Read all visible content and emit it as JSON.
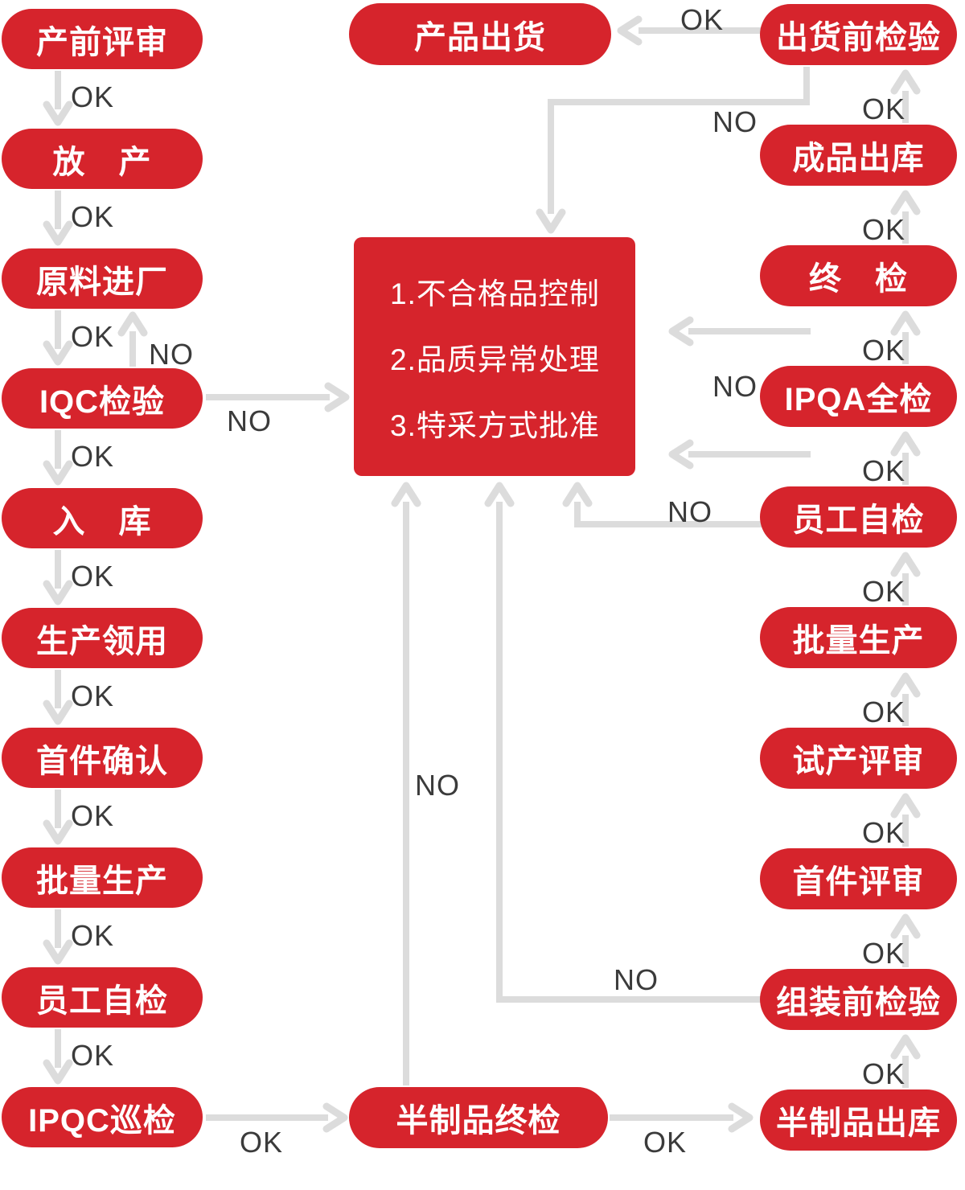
{
  "palette": {
    "node_red": "#d6242c",
    "arrow_gray": "#dcdcdc",
    "label_gray": "#3b3b3b",
    "node_text": "#ffffff"
  },
  "left_flow": {
    "nodes": [
      {
        "label": "产前评审"
      },
      {
        "label": "放　产"
      },
      {
        "label": "原料进厂"
      },
      {
        "label": "IQC检验"
      },
      {
        "label": "入　库"
      },
      {
        "label": "生产领用"
      },
      {
        "label": "首件确认"
      },
      {
        "label": "批量生产"
      },
      {
        "label": "员工自检"
      },
      {
        "label": "IPQC巡检"
      }
    ]
  },
  "right_flow": {
    "nodes": [
      {
        "label": "出货前检验"
      },
      {
        "label": "成品出库"
      },
      {
        "label": "终　检"
      },
      {
        "label": "IPQA全检"
      },
      {
        "label": "员工自检"
      },
      {
        "label": "批量生产"
      },
      {
        "label": "试产评审"
      },
      {
        "label": "首件评审"
      },
      {
        "label": "组装前检验"
      },
      {
        "label": "半制品出库"
      }
    ]
  },
  "center": {
    "ship_node": "产品出货",
    "control_box_lines": [
      "1.不合格品控制",
      "2.品质异常处理",
      "3.特采方式批准"
    ],
    "semi_final_node": "半制品终检"
  },
  "edges": [
    {
      "from": "产前评审",
      "to": "放产",
      "label": "OK"
    },
    {
      "from": "放产",
      "to": "原料进厂",
      "label": "OK"
    },
    {
      "from": "原料进厂",
      "to": "IQC检验",
      "label": "OK"
    },
    {
      "from": "IQC检验",
      "to": "原料进厂",
      "label": "NO"
    },
    {
      "from": "IQC检验",
      "to": "不合格品控制",
      "label": "NO"
    },
    {
      "from": "IQC检验",
      "to": "入库",
      "label": "OK"
    },
    {
      "from": "入库",
      "to": "生产领用",
      "label": "OK"
    },
    {
      "from": "生产领用",
      "to": "首件确认",
      "label": "OK"
    },
    {
      "from": "首件确认",
      "to": "批量生产",
      "label": "OK"
    },
    {
      "from": "批量生产",
      "to": "员工自检",
      "label": "OK"
    },
    {
      "from": "员工自检",
      "to": "IPQC巡检",
      "label": "OK"
    },
    {
      "from": "IPQC巡检",
      "to": "半制品终检",
      "label": "OK"
    },
    {
      "from": "半制品终检",
      "to": "半制品出库",
      "label": "OK"
    },
    {
      "from": "半制品终检",
      "to": "不合格品控制",
      "label": "NO"
    },
    {
      "from": "半制品出库",
      "to": "组装前检验",
      "label": "OK"
    },
    {
      "from": "组装前检验",
      "to": "不合格品控制",
      "label": "NO"
    },
    {
      "from": "组装前检验",
      "to": "首件评审",
      "label": "OK"
    },
    {
      "from": "首件评审",
      "to": "试产评审",
      "label": "OK"
    },
    {
      "from": "试产评审",
      "to": "批量生产",
      "label": "OK"
    },
    {
      "from": "批量生产",
      "to": "员工自检",
      "label": "OK"
    },
    {
      "from": "员工自检",
      "to": "不合格品控制",
      "label": "NO"
    },
    {
      "from": "员工自检",
      "to": "IPQA全检",
      "label": "OK"
    },
    {
      "from": "IPQA全检",
      "to": "不合格品控制",
      "label": "NO"
    },
    {
      "from": "IPQA全检",
      "to": "终检",
      "label": "OK"
    },
    {
      "from": "终检",
      "to": "成品出库",
      "label": "OK"
    },
    {
      "from": "成品出库",
      "to": "出货前检验",
      "label": "OK"
    },
    {
      "from": "出货前检验",
      "to": "产品出货",
      "label": "OK"
    },
    {
      "from": "出货前检验",
      "to": "不合格品控制",
      "label": "NO"
    }
  ]
}
